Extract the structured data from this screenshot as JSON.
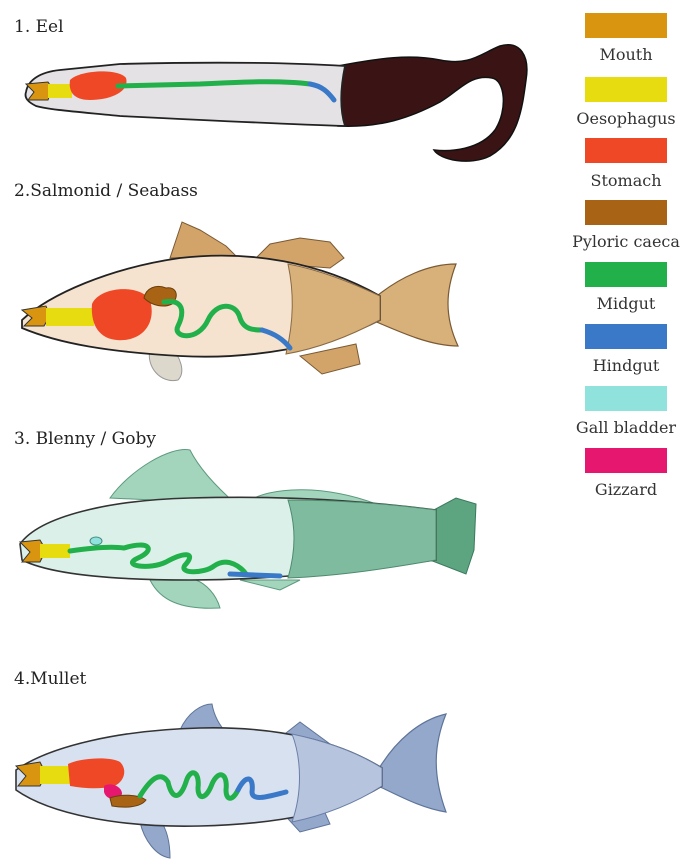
{
  "panels": [
    {
      "title": "1. Eel"
    },
    {
      "title": "2.Salmonid / Seabass"
    },
    {
      "title": "3. Blenny / Goby"
    },
    {
      "title": "4.Mullet"
    }
  ],
  "legend": [
    {
      "label": "Mouth",
      "color": "#d9950f"
    },
    {
      "label": "Oesophagus",
      "color": "#e6dc10"
    },
    {
      "label": "Stomach",
      "color": "#ef4826"
    },
    {
      "label": "Pyloric caeca",
      "color": "#a86414"
    },
    {
      "label": "Midgut",
      "color": "#22b04a"
    },
    {
      "label": "Hindgut",
      "color": "#3a78c8"
    },
    {
      "label": "Gall bladder",
      "color": "#8fe3dc"
    },
    {
      "label": "Gizzard",
      "color": "#e6176e"
    }
  ]
}
